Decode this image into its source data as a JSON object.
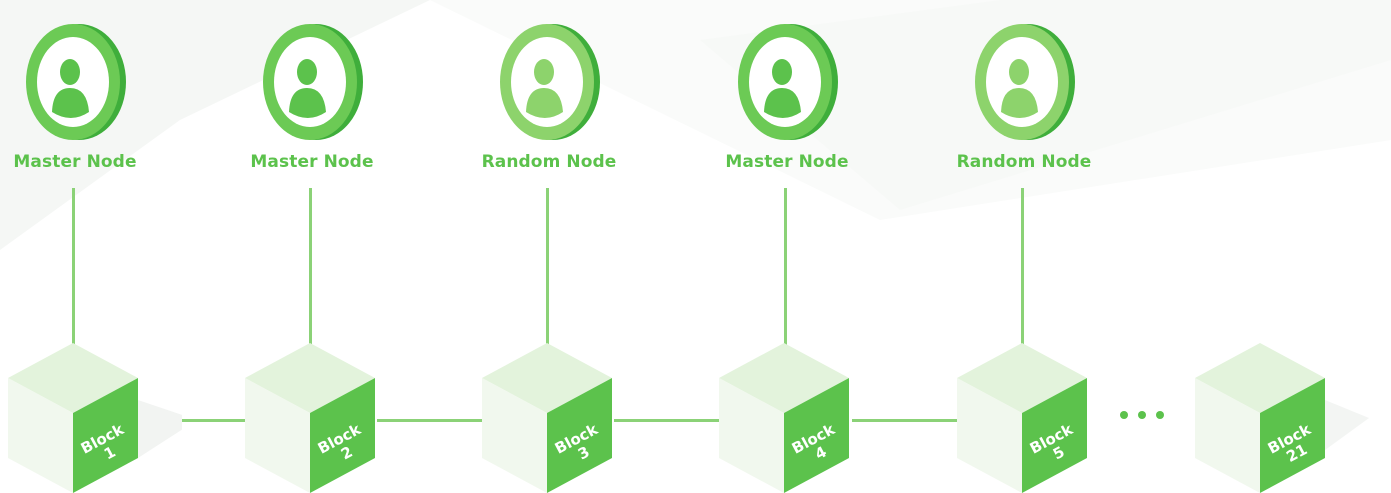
{
  "colors": {
    "green_dark": "#3fae3b",
    "green_mid": "#5cc24c",
    "green_light": "#9edc7a",
    "line": "#8bd277",
    "label": "#5cc24c"
  },
  "nodes": [
    {
      "label": "Master Node",
      "icon": "person-icon"
    },
    {
      "label": "Master Node",
      "icon": "person-icon"
    },
    {
      "label": "Random Node",
      "icon": "person-icon"
    },
    {
      "label": "Master Node",
      "icon": "person-icon"
    },
    {
      "label": "Random Node",
      "icon": "person-icon"
    }
  ],
  "blocks": [
    {
      "word": "Block",
      "number": "1"
    },
    {
      "word": "Block",
      "number": "2"
    },
    {
      "word": "Block",
      "number": "3"
    },
    {
      "word": "Block",
      "number": "4"
    },
    {
      "word": "Block",
      "number": "5"
    },
    {
      "word": "Block",
      "number": "21"
    }
  ],
  "ellipsis": "more-blocks-dots"
}
